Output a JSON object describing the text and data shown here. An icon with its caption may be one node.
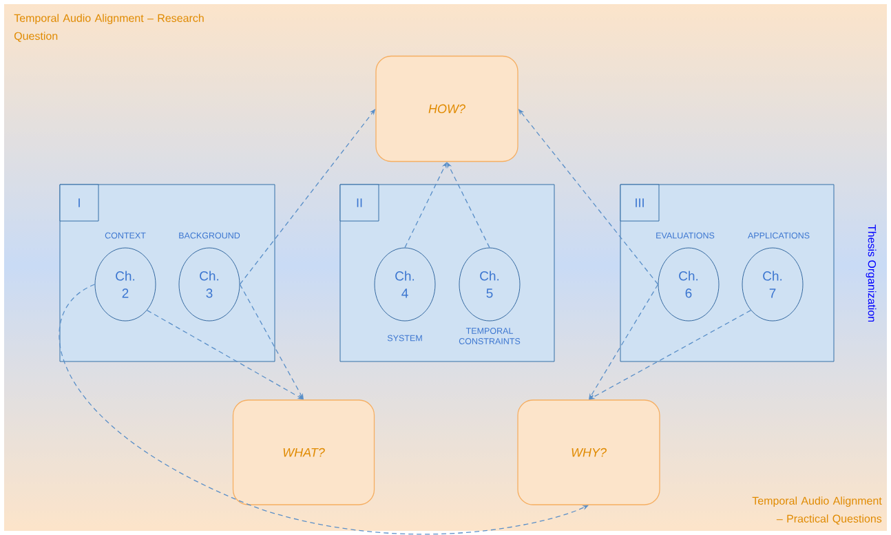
{
  "diagram": {
    "nodes": [
      {
        "text": [
          "HOW?"
        ]
      },
      {
        "text": [],
        "shape": "box"
      },
      {
        "text": [
          "I"
        ],
        "in": 1
      },
      {
        "text": [
          "Ch. 2"
        ],
        "in": 1,
        "beside": [
          "CONTEXT"
        ]
      },
      {
        "text": [
          "Ch. 3"
        ],
        "in": 1,
        "beside": [
          "BACKGROUND"
        ]
      },
      {
        "text": [],
        "shape": "box"
      },
      {
        "text": [
          "II"
        ],
        "in": 5
      },
      {
        "text": [
          "Ch. 4"
        ],
        "in": 5,
        "beside": [
          "SYSTEM"
        ]
      },
      {
        "text": [
          "Ch. 5"
        ],
        "in": 5,
        "beside": [
          "TEMPORAL CONSTRAINTS"
        ]
      },
      {
        "text": [],
        "shape": "box"
      },
      {
        "text": [
          "III"
        ],
        "in": 9
      },
      {
        "text": [
          "Ch. 6"
        ],
        "in": 9,
        "beside": [
          "EVALUATIONS"
        ]
      },
      {
        "text": [
          "Ch. 7"
        ],
        "in": 9,
        "beside": [
          "APPLICATIONS"
        ]
      },
      {
        "text": [
          "WHAT?"
        ]
      },
      {
        "text": [
          "WHY?"
        ]
      }
    ],
    "edges": [
      {
        "from": 4,
        "to": 0,
        "arrow": "to"
      },
      {
        "from": 7,
        "to": 0,
        "arrow": "to"
      },
      {
        "from": 8,
        "to": 0,
        "arrow": "to"
      },
      {
        "from": 11,
        "to": 0,
        "arrow": "to"
      },
      {
        "from": 3,
        "to": 13,
        "arrow": "to"
      },
      {
        "from": 4,
        "to": 13,
        "arrow": "to"
      },
      {
        "from": 11,
        "to": 14,
        "arrow": "to"
      },
      {
        "from": 12,
        "to": 14,
        "arrow": "to"
      },
      {
        "from": 3,
        "to": 14,
        "arrow": "to"
      }
    ],
    "labels": [
      "Temporal Audio Alignment – Research Question",
      "Thesis Organization",
      "Temporal Audio Alignment – Practical Questions"
    ]
  }
}
